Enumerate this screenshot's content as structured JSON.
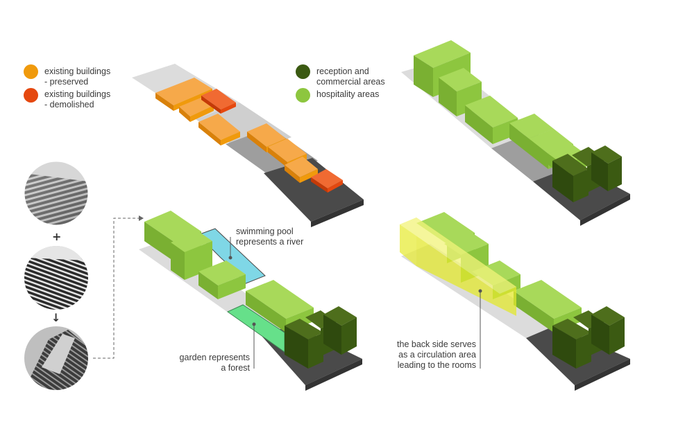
{
  "legend_left": {
    "items": [
      {
        "label": "existing buildings\n- preserved",
        "color": "#f09a0c"
      },
      {
        "label": "existing buildings\n- demolished",
        "color": "#e5480f"
      }
    ]
  },
  "legend_right": {
    "items": [
      {
        "label": "reception and\ncommercial areas",
        "color": "#3b5a12"
      },
      {
        "label": "hospitality areas",
        "color": "#8dc63f"
      }
    ]
  },
  "concept": {
    "operators": {
      "plus": "+",
      "arrow": "↓"
    }
  },
  "annotations": {
    "pool": "swimming pool\nrepresents a river",
    "garden": "garden represents\na forest",
    "backside": "the back side serves\nas a circulation area\nleading to the rooms"
  },
  "colors": {
    "preserved": "#f09a0c",
    "demolished": "#e5480f",
    "reception": "#3b5a12",
    "hospitality": "#8dc63f",
    "pool": "#7fd7e6",
    "garden": "#66e08a",
    "circulation": "#e8ec3a"
  }
}
